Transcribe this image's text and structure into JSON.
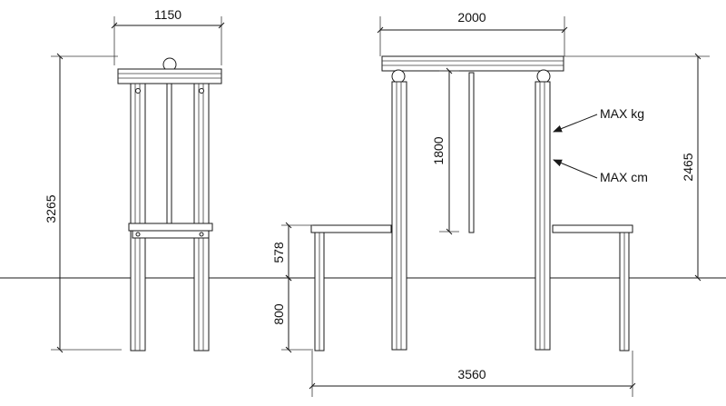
{
  "drawing": {
    "side_view": {
      "top_width": "1150",
      "total_height": "3265"
    },
    "front_view": {
      "top_width": "2000",
      "overall_width": "3560",
      "chain_length": "1800",
      "beam_height": "2465",
      "bench_upper": "578",
      "bench_lower": "800",
      "callout_weight": "MAX kg",
      "callout_height": "MAX cm"
    }
  }
}
